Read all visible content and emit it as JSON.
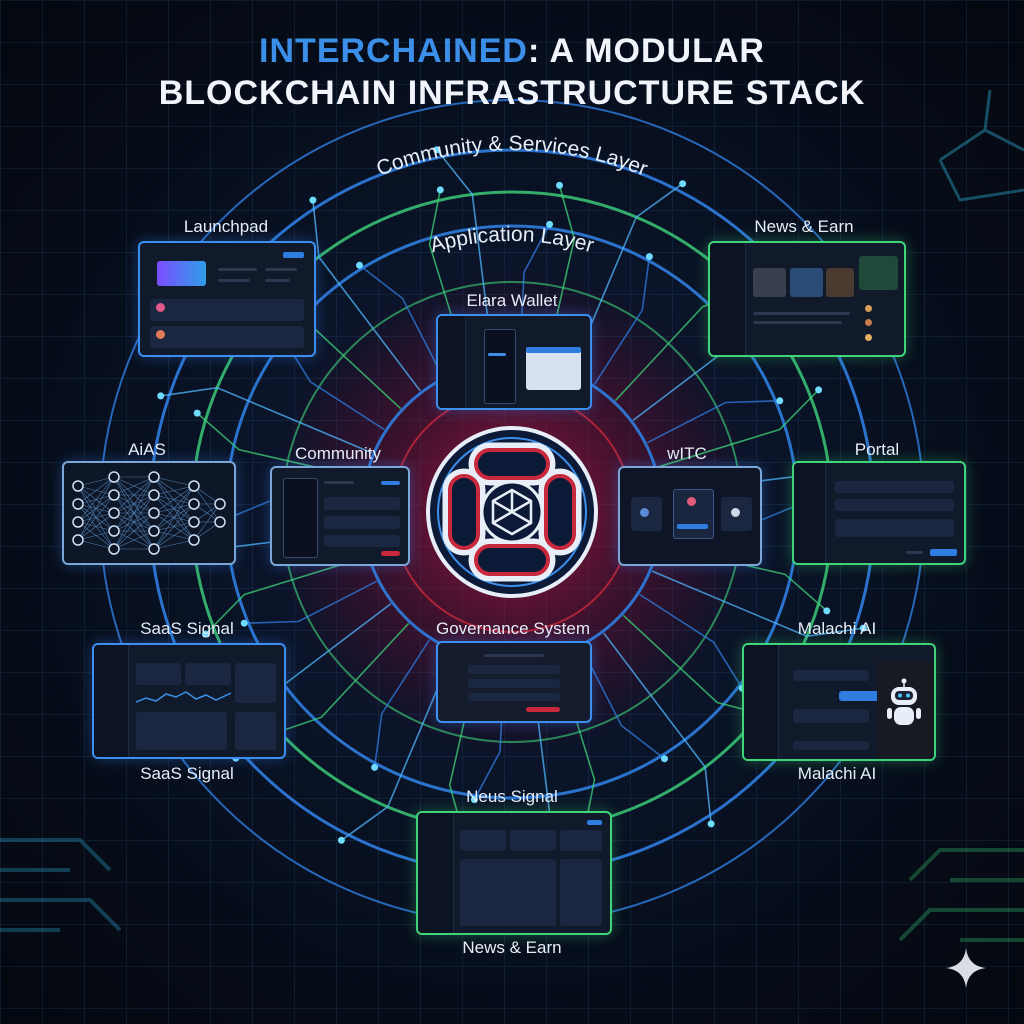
{
  "title": {
    "line1_accent": "INTERCHAINED",
    "line1_rest": ": A MODULAR",
    "line2": "BLOCKCHAIN INFRASTRUCTURE STACK"
  },
  "layers": {
    "outer": "Community & Services Layer",
    "inner": "Application Layer"
  },
  "modules": {
    "launchpad": "Launchpad",
    "news_earn_top": "News & Earn",
    "elara_wallet": "Elara Wallet",
    "aias": "AiAS",
    "community": "Community",
    "witc": "wITC",
    "portal": "Portal",
    "saas_signal_top": "SaaS Signal",
    "saas_signal_bottom": "SaaS Signal",
    "governance": "Governance System",
    "malachi_top": "Malachi AI",
    "malachi_bottom": "Malachi AI",
    "neus_signal": "Neus Signal",
    "news_earn_bottom": "News & Earn"
  },
  "colors": {
    "accent_blue": "#3b8fe8",
    "ring_blue": "#2f7de0",
    "ring_green": "#3fd47a",
    "core_red": "#c8283c",
    "background": "#060d1a"
  },
  "icons": [
    "interchain-core-icon",
    "neural-network-icon",
    "robot-icon",
    "sparkle-icon"
  ]
}
